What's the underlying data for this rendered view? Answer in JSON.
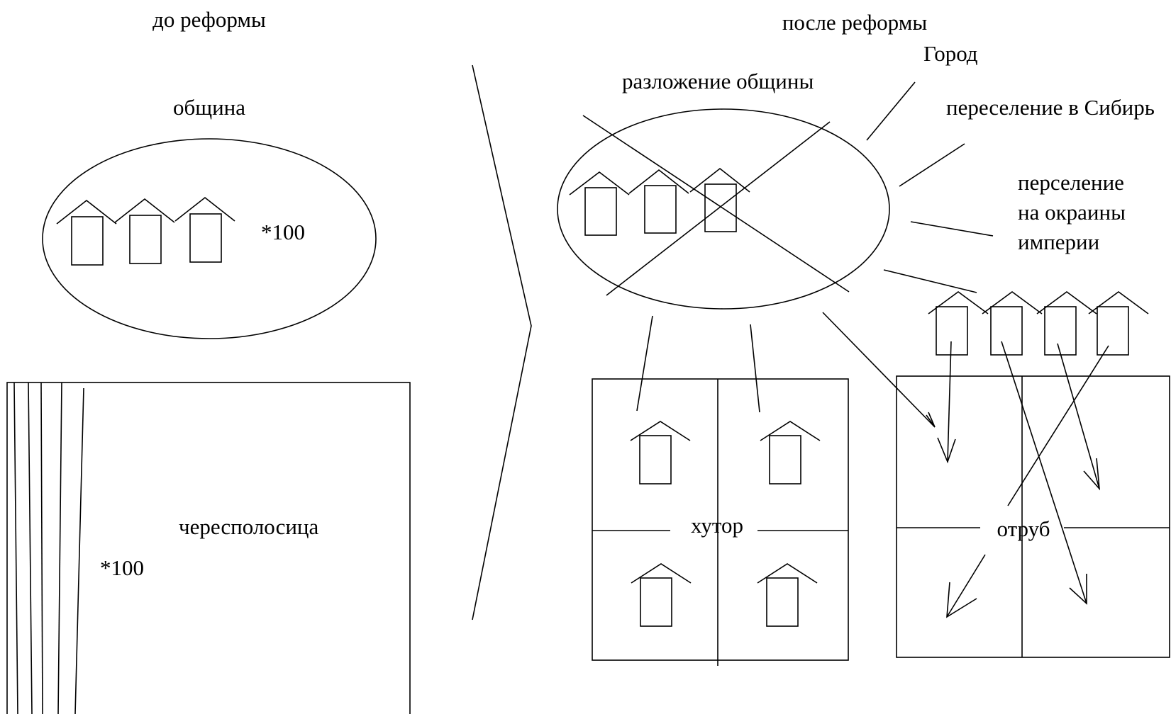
{
  "before": {
    "heading": "до реформы",
    "commune_label": "община",
    "multiplier_commune": "*100",
    "field_label": "чересполосица",
    "multiplier_field": "*100"
  },
  "after": {
    "heading": "после реформы",
    "decay_label": "разложение общины",
    "city_label": "Город",
    "siberia_label": "переселение в Сибирь",
    "outskirts_lines": [
      "перселение",
      "на окраины",
      "империи"
    ],
    "khutor_label": "хутор",
    "otrub_label": "отруб"
  }
}
